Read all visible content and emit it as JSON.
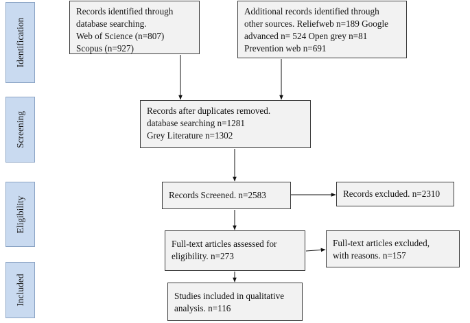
{
  "phases": {
    "identification": "Identification",
    "screening": "Screening",
    "eligibility": "Eligibility",
    "included": "Included"
  },
  "boxes": {
    "db_records": [
      "Records identified through",
      "database searching.",
      "Web of Science (n=807)",
      "Scopus (n=927)"
    ],
    "other_records": [
      "Additional records identified through",
      "other sources. Reliefweb n=189 Google",
      "advanced n= 524 Open grey n=81",
      "Prevention web n=691"
    ],
    "after_duplicates": [
      "Records after duplicates removed.",
      "database searching n=1281",
      "Grey Literature n=1302"
    ],
    "screened": [
      "Records Screened. n=2583"
    ],
    "excluded": [
      "Records excluded. n=2310"
    ],
    "fulltext_assessed": [
      "Full-text articles assessed for",
      "eligibility. n=273"
    ],
    "fulltext_excluded": [
      "Full-text articles excluded,",
      "with reasons. n=157"
    ],
    "included": [
      "Studies included in qualitative",
      "analysis.  n=116"
    ]
  },
  "colors": {
    "phase_fill": "#c9daf0",
    "box_fill": "#f2f2f2",
    "line": "#111111"
  }
}
